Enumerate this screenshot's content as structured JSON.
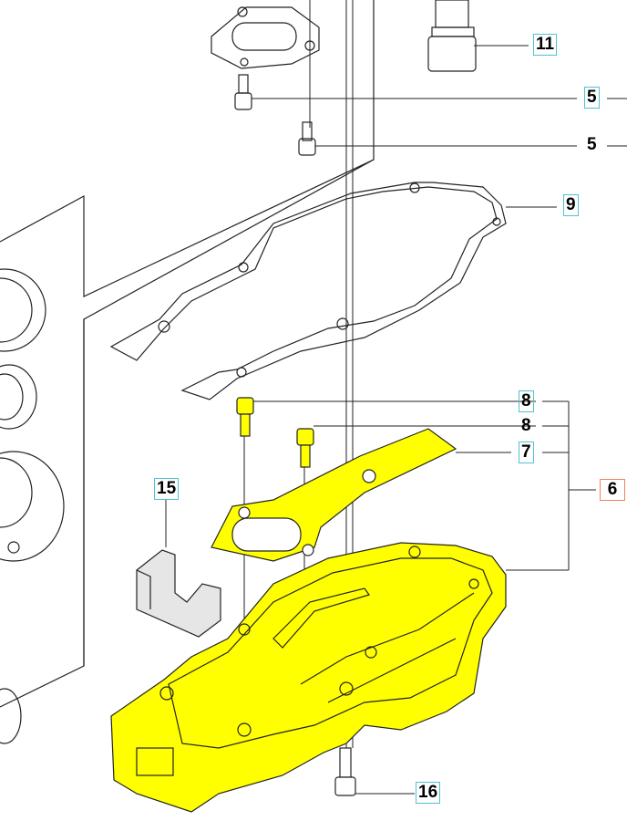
{
  "title": "Exploded parts diagram - gear housing assembly",
  "colors": {
    "highlight": "#ffff00",
    "callout_box": "#4fc3cf",
    "callout_box_group": "#f08060",
    "line": "#222222"
  },
  "callouts": [
    {
      "id": "c11",
      "label": "11",
      "boxed": true
    },
    {
      "id": "c5a",
      "label": "5",
      "boxed": true
    },
    {
      "id": "c5b",
      "label": "5",
      "boxed": false
    },
    {
      "id": "c9",
      "label": "9",
      "boxed": true
    },
    {
      "id": "c8a",
      "label": "8",
      "boxed": true
    },
    {
      "id": "c8b",
      "label": "8",
      "boxed": false
    },
    {
      "id": "c7",
      "label": "7",
      "boxed": true
    },
    {
      "id": "c6",
      "label": "6",
      "boxed": true,
      "group": true
    },
    {
      "id": "c15",
      "label": "15",
      "boxed": true
    },
    {
      "id": "c16",
      "label": "16",
      "boxed": true
    }
  ]
}
